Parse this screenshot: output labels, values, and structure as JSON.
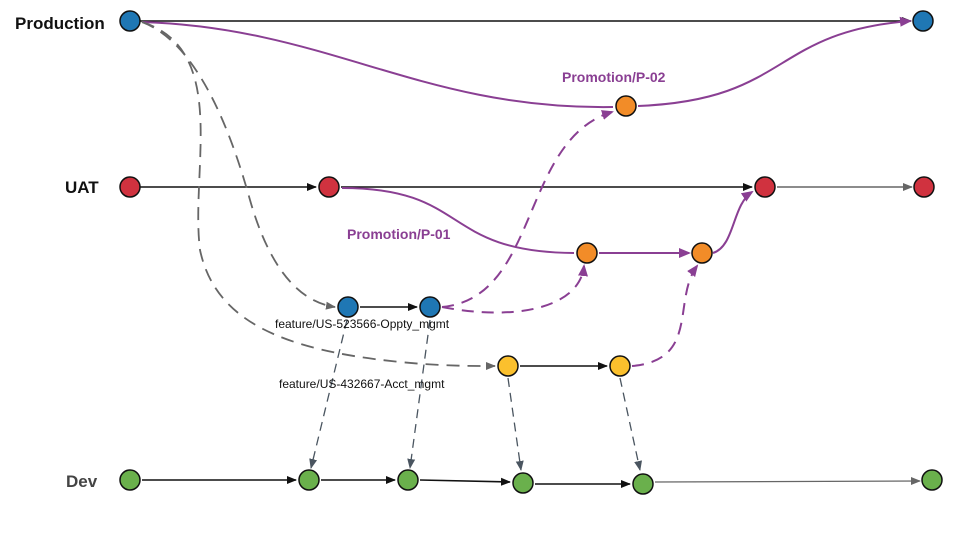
{
  "lanes": {
    "production": "Production",
    "uat": "UAT",
    "dev": "Dev"
  },
  "promotions": {
    "p01": "Promotion/P-01",
    "p02": "Promotion/P-02"
  },
  "features": {
    "oppty": "feature/US-523566-Oppty_mgmt",
    "acct": "feature/US-432667-Acct_mgmt"
  },
  "colors": {
    "production": "#1f77b4",
    "uat": "#d0323f",
    "promotion": "#f28c28",
    "feature": "#fbc02d",
    "dev": "#6ab04c",
    "purple": "#8a3f93",
    "dashed": "#666666",
    "dev_dashed": "#4a5560"
  }
}
